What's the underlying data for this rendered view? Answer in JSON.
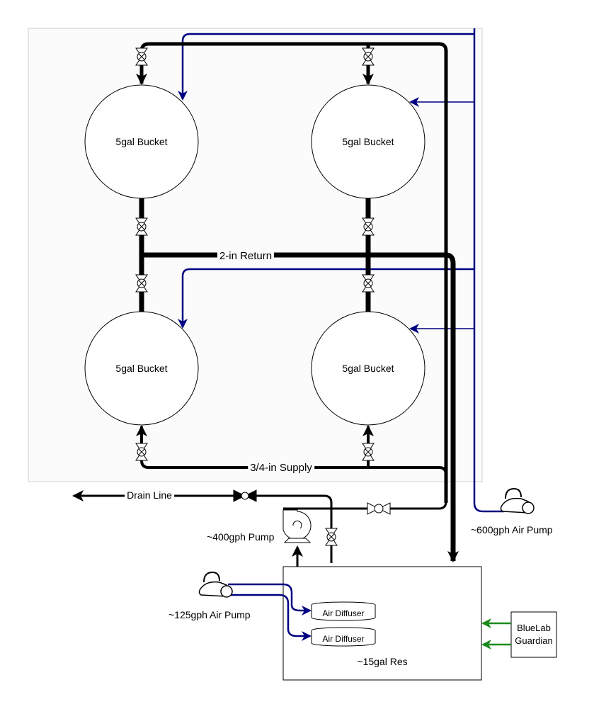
{
  "diagram": {
    "buckets": [
      {
        "label": "5gal Bucket"
      },
      {
        "label": "5gal Bucket"
      },
      {
        "label": "5gal Bucket"
      },
      {
        "label": "5gal Bucket"
      }
    ],
    "lines": {
      "return": "2-in Return",
      "supply": "3/4-in Supply",
      "drain": "Drain Line"
    },
    "equipment": {
      "water_pump": "~400gph Pump",
      "large_air_pump": "~600gph Air Pump",
      "small_air_pump": "~125gph Air Pump",
      "diffusers": [
        "Air Diffuser",
        "Air Diffuser"
      ],
      "reservoir": "~15gal Res",
      "controller_line1": "BlueLab",
      "controller_line2": "Guardian"
    },
    "colors": {
      "water_line": "#000000",
      "air_line": "#000080",
      "sensor_line": "#1a8a1a",
      "enclosure_fill": "#fbfbfb",
      "enclosure_border": "#cfcfcf"
    }
  }
}
